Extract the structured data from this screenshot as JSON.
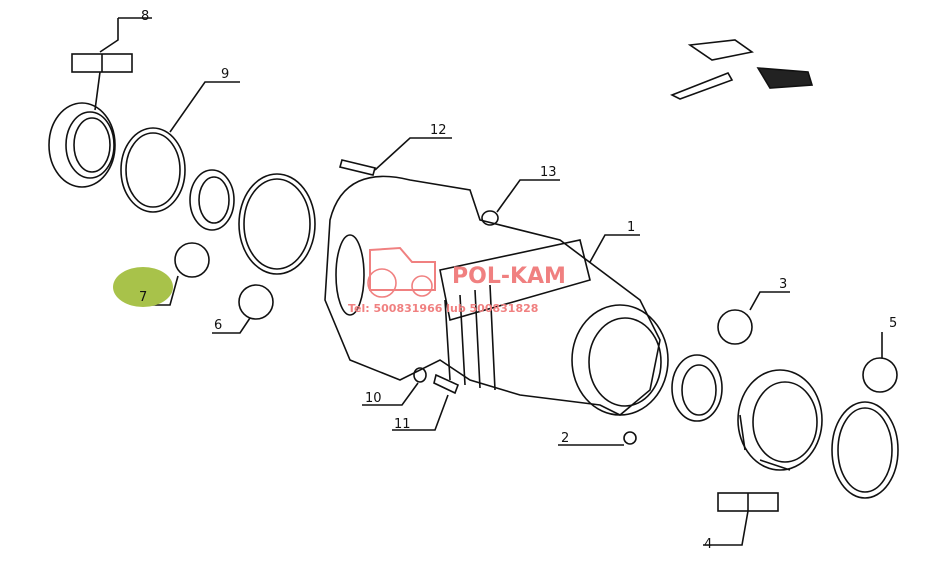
{
  "diagram": {
    "callouts": [
      {
        "id": "8",
        "label": "8"
      },
      {
        "id": "9",
        "label": "9"
      },
      {
        "id": "12",
        "label": "12"
      },
      {
        "id": "13",
        "label": "13"
      },
      {
        "id": "1",
        "label": "1"
      },
      {
        "id": "3",
        "label": "3"
      },
      {
        "id": "5",
        "label": "5"
      },
      {
        "id": "7",
        "label": "7"
      },
      {
        "id": "6",
        "label": "6"
      },
      {
        "id": "10",
        "label": "10"
      },
      {
        "id": "11",
        "label": "11"
      },
      {
        "id": "2",
        "label": "2"
      },
      {
        "id": "4",
        "label": "4"
      }
    ],
    "highlight_color": "#a8c24a",
    "watermark": {
      "brand": "POL-KAM",
      "phone": "Tel: 500831966 lub 500831828",
      "color": "#f08080"
    }
  }
}
